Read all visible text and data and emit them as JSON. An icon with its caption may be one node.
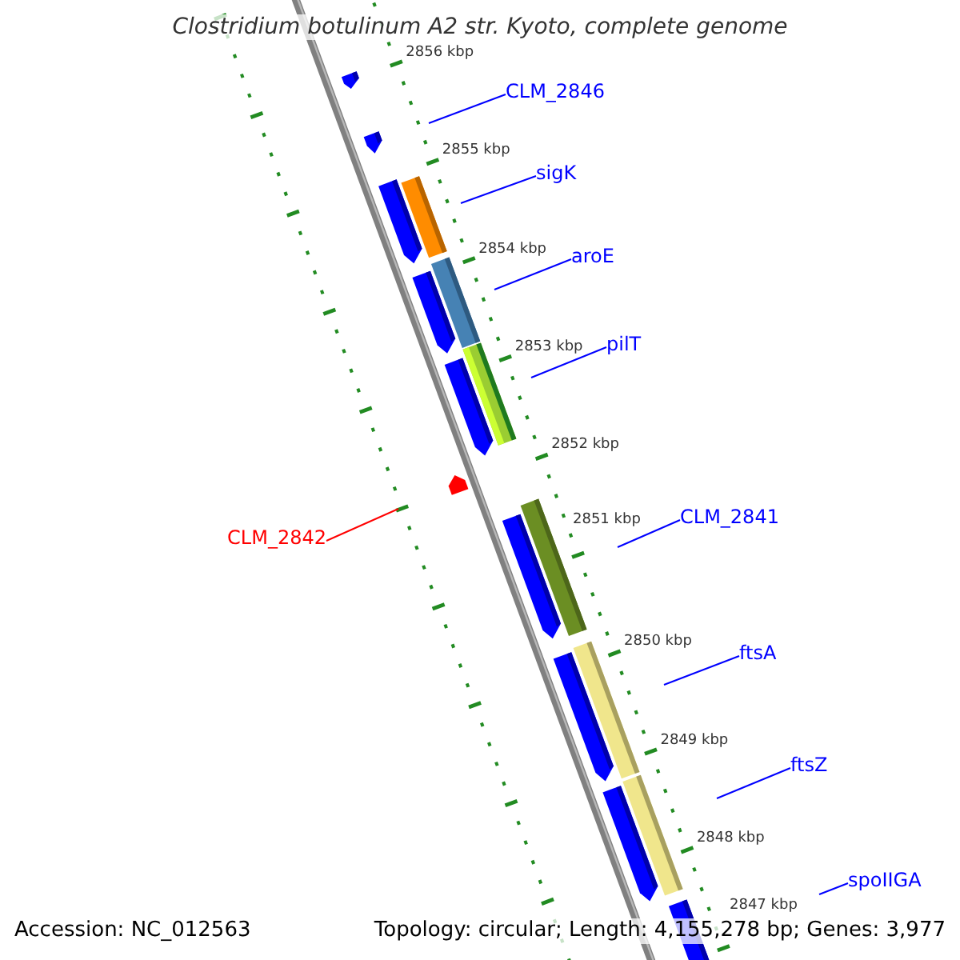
{
  "diagram": {
    "title": "Clostridium botulinum A2 str. Kyoto, complete genome",
    "nodes": [
      {
        "text": [
          "CLM_2846"
        ]
      },
      {
        "text": [
          "sigK"
        ]
      },
      {
        "text": [
          "aroE"
        ]
      },
      {
        "text": [
          "pilT"
        ]
      },
      {
        "text": [
          "CLM_2842"
        ]
      },
      {
        "text": [
          "CLM_2841"
        ]
      },
      {
        "text": [
          "ftsA"
        ]
      },
      {
        "text": [
          "ftsZ"
        ]
      },
      {
        "text": [
          "spoIIGA"
        ]
      }
    ],
    "edges": [
      {
        "from": 0,
        "to": null,
        "arrow": "none"
      },
      {
        "from": 1,
        "to": null,
        "arrow": "none"
      },
      {
        "from": 2,
        "to": null,
        "arrow": "none"
      },
      {
        "from": 3,
        "to": null,
        "arrow": "none"
      },
      {
        "from": 4,
        "to": null,
        "arrow": "none",
        "color": "#ff0000"
      },
      {
        "from": 5,
        "to": null,
        "arrow": "none"
      },
      {
        "from": 6,
        "to": null,
        "arrow": "none"
      },
      {
        "from": 7,
        "to": null,
        "arrow": "none"
      },
      {
        "from": 8,
        "to": null,
        "arrow": "none"
      }
    ],
    "labels": [
      "2856 kbp",
      "2855 kbp",
      "2854 kbp",
      "2853 kbp",
      "2852 kbp",
      "2851 kbp",
      "2850 kbp",
      "2849 kbp",
      "2848 kbp",
      "2847 kbp",
      "Accession: NC_012563",
      "Topology: circular; Length: 4,155,278 bp; Genes: 3,977"
    ]
  }
}
